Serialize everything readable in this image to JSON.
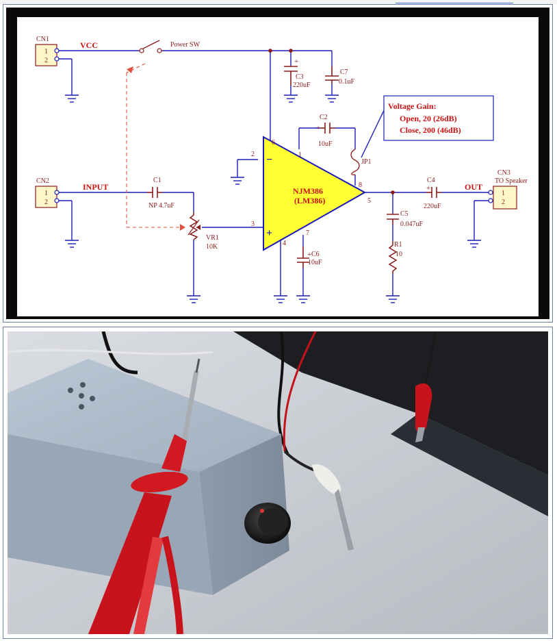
{
  "schematic": {
    "connectors": {
      "cn1": {
        "ref": "CN1",
        "pin1": "1",
        "pin2": "2"
      },
      "cn2": {
        "ref": "CN2",
        "pin1": "1",
        "pin2": "2"
      },
      "cn3": {
        "ref": "CN3",
        "desc": "TO Speaker",
        "pin1": "1",
        "pin2": "2"
      }
    },
    "nets": {
      "vcc": "VCC",
      "input": "INPUT",
      "out": "OUT"
    },
    "switch_label": "Power SW",
    "components": {
      "c1": {
        "ref": "C1",
        "value": "NP 4.7uF"
      },
      "c2": {
        "ref": "C2",
        "value": "10uF"
      },
      "c3": {
        "ref": "C3",
        "value": "220uF"
      },
      "c4": {
        "ref": "C4",
        "value": "220uF"
      },
      "c5": {
        "ref": "C5",
        "value": "0.047uF"
      },
      "c6": {
        "ref": "C6",
        "value": "10uF"
      },
      "c7": {
        "ref": "C7",
        "value": "0.1uF"
      },
      "r1": {
        "ref": "R1",
        "value": "10"
      },
      "vr1": {
        "ref": "VR1",
        "value": "10K"
      },
      "jp1": {
        "ref": "JP1"
      }
    },
    "ic": {
      "line1": "NJM386",
      "line2": "(LM386)",
      "pins": {
        "p1": "1",
        "p2": "2",
        "p3": "3",
        "p4": "4",
        "p5": "5",
        "p6": "6",
        "p7": "7",
        "p8": "8"
      },
      "minus": "−",
      "plus": "+"
    },
    "callout": {
      "title": "Voltage Gain:",
      "line1": "Open, 20 (26dB)",
      "line2": "Close, 200 (46dB)"
    },
    "colors": {
      "wire": "#1a1ab8",
      "component": "#8b1a1a",
      "label_red": "#cc1111",
      "connector_fill": "#fff6cc",
      "ic_fill": "#ffff33"
    }
  },
  "photo": {
    "subject": "Gray project enclosure with black knob, red test probe and alligator clips"
  }
}
